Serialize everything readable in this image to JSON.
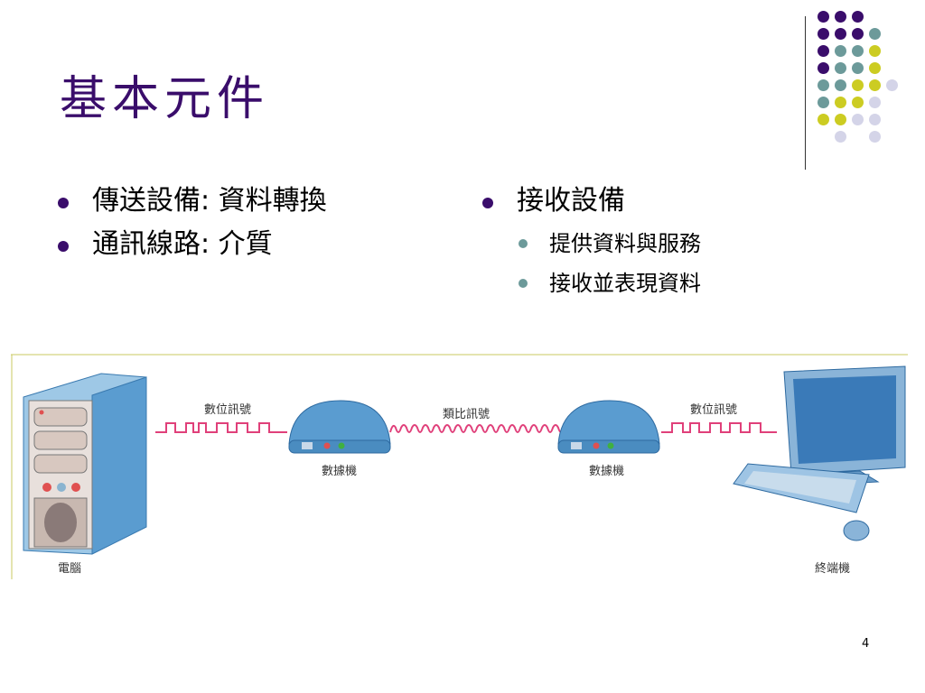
{
  "slide": {
    "title": "基本元件",
    "page_number": "4"
  },
  "left_list": [
    {
      "label": "傳送設備: 資料轉換"
    },
    {
      "label": "通訊線路: 介質"
    }
  ],
  "right_list": {
    "label": "接收設備",
    "sub_items": [
      {
        "label": "提供資料與服務"
      },
      {
        "label": "接收並表現資料"
      }
    ]
  },
  "diagram": {
    "computer_label": "電腦",
    "modem_left_label": "數據機",
    "modem_right_label": "數據機",
    "terminal_label": "終端機",
    "digital_signal_left": "數位訊號",
    "analog_signal": "類比訊號",
    "digital_signal_right": "數位訊號"
  },
  "colors": {
    "title": "#3a0d6b",
    "bullet_primary": "#3a0d6b",
    "bullet_secondary": "#6c9a9a",
    "signal_line": "#e0407a",
    "dot_purple": "#3a0d6b",
    "dot_teal": "#6c9a9a",
    "dot_yellow": "#cccc22",
    "dot_lavender": "#d4d4e8"
  }
}
